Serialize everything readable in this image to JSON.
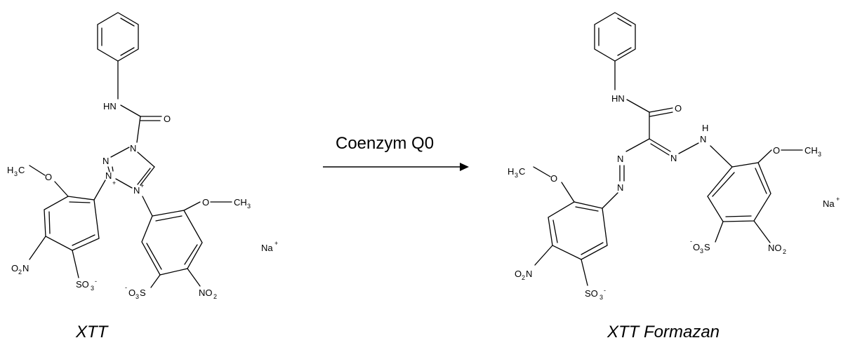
{
  "reagent": "Coenzym Q0",
  "left_molecule": {
    "name": "XTT",
    "labels": {
      "nh": "HN",
      "o": "O",
      "n1": "N",
      "n2": "N",
      "n3": "N",
      "n4": "N",
      "plus": "+",
      "methoxy_left": "H",
      "methoxy_left_sub": "3",
      "methoxy_left_c": "C",
      "o_left": "O",
      "o_right": "O",
      "ch3_right": "CH",
      "ch3_sub": "3",
      "o2n": "O",
      "o2n_sub": "2",
      "o2n_n": "N",
      "so3": "SO",
      "so3_sub": "3",
      "so3_sup": "-",
      "o3s_minus": "-",
      "o3s": "O",
      "o3s_sub": "3",
      "o3s_s": "S",
      "no2": "NO",
      "no2_sub": "2",
      "na": "Na",
      "na_sup": "+"
    }
  },
  "right_molecule": {
    "name": "XTT Formazan",
    "labels": {
      "hn": "HN",
      "o": "O",
      "h": "H",
      "n": "N",
      "na": "Na",
      "na_sup": "+"
    }
  }
}
